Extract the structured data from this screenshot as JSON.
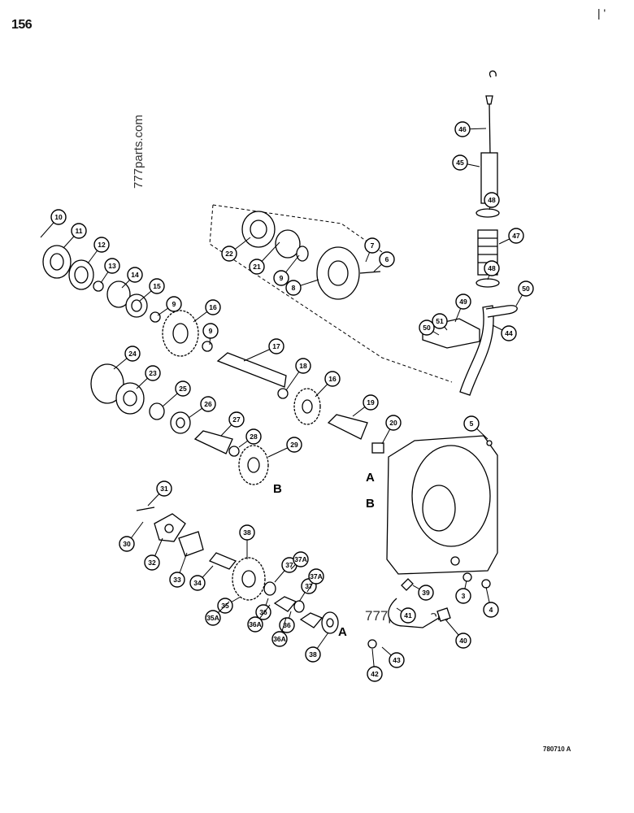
{
  "page_number": "156",
  "figure_code": "780710 A",
  "corner_mark": "| '",
  "watermarks": [
    "777parts.com",
    "777parts.com"
  ],
  "section_letters": [
    "A",
    "B",
    "B",
    "A"
  ],
  "callouts": [
    "10",
    "11",
    "12",
    "13",
    "14",
    "15",
    "9",
    "16",
    "22",
    "21",
    "9",
    "8",
    "7",
    "6",
    "9",
    "17",
    "18",
    "16",
    "19",
    "20",
    "24",
    "23",
    "25",
    "26",
    "27",
    "28",
    "29",
    "31",
    "30",
    "32",
    "33",
    "34",
    "38",
    "35",
    "35A",
    "36",
    "36A",
    "37",
    "37A",
    "37",
    "37A",
    "36",
    "36A",
    "38",
    "46",
    "45",
    "48",
    "47",
    "48",
    "49",
    "50",
    "51",
    "50",
    "44",
    "5",
    "39",
    "41",
    "40",
    "42",
    "43",
    "3",
    "4"
  ]
}
